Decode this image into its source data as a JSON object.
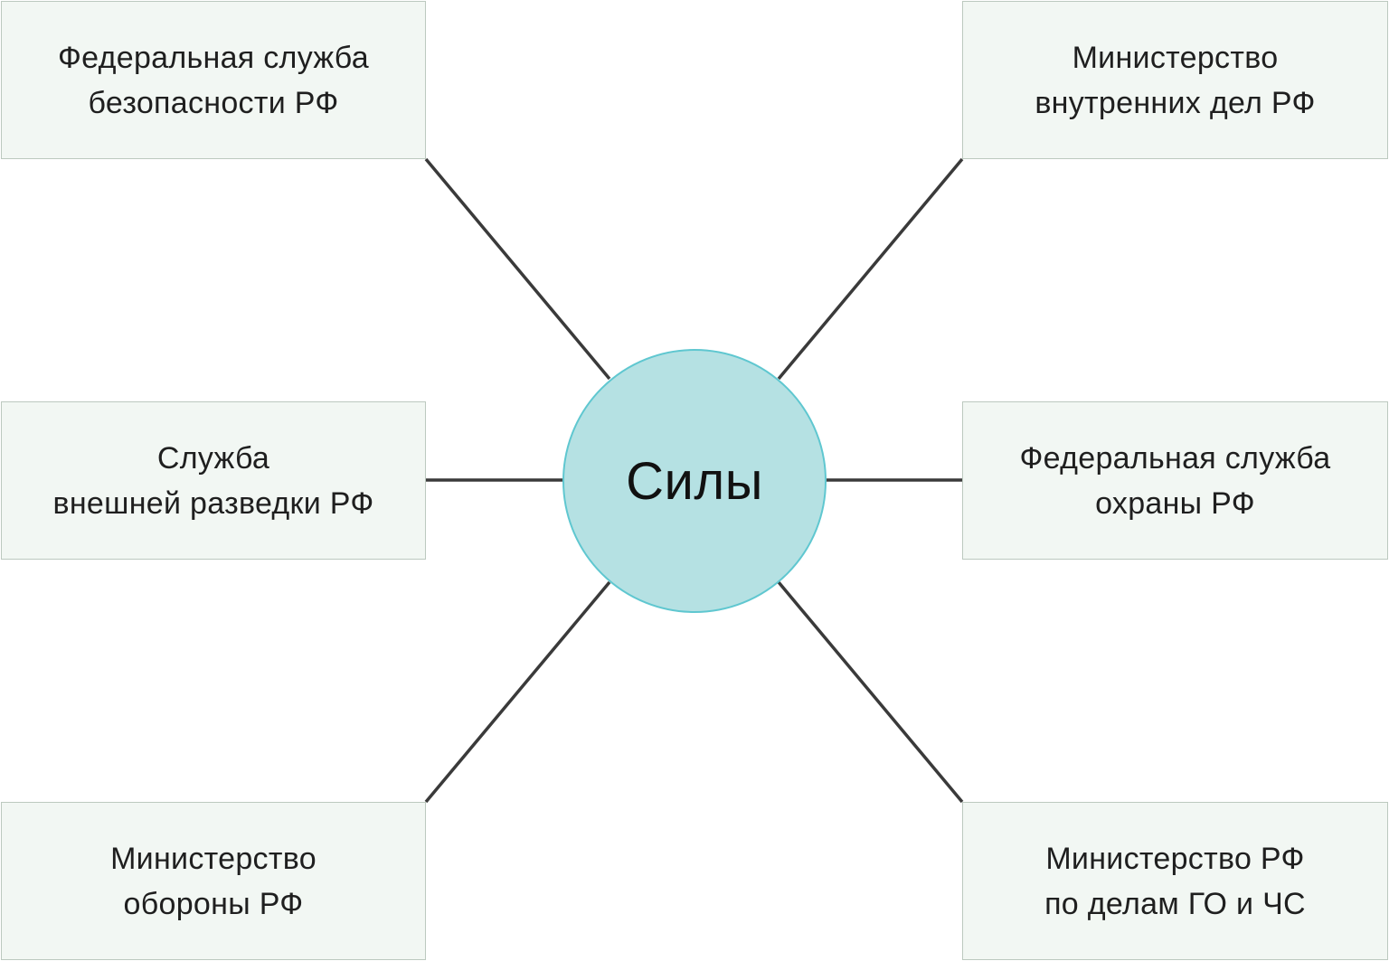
{
  "diagram": {
    "center": {
      "label": "Силы",
      "fill": "#b5e1e3",
      "stroke": "#5fc7d0"
    },
    "box_fill": "#f2f7f3",
    "box_stroke": "#bcc9bf",
    "connector_color": "#3a3a3a",
    "nodes": [
      {
        "id": "fsb",
        "lines": [
          "Федеральная служба",
          "безопасности РФ"
        ]
      },
      {
        "id": "mvd",
        "lines": [
          "Министерство",
          "внутренних дел РФ"
        ]
      },
      {
        "id": "svr",
        "lines": [
          "Служба",
          "внешней разведки РФ"
        ]
      },
      {
        "id": "fso",
        "lines": [
          "Федеральная служба",
          "охраны РФ"
        ]
      },
      {
        "id": "mo",
        "lines": [
          "Министерство",
          "обороны РФ"
        ]
      },
      {
        "id": "mchs",
        "lines": [
          "Министерство РФ",
          "по делам ГО и ЧС"
        ]
      }
    ]
  }
}
